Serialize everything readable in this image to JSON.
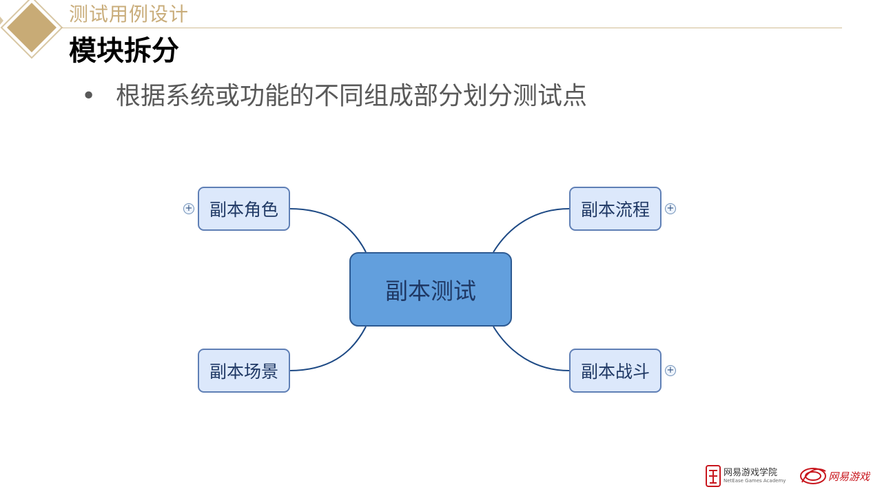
{
  "header": {
    "section_title": "测试用例设计",
    "slide_title": "模块拆分"
  },
  "bullets": [
    {
      "marker": "•",
      "text": "根据系统或功能的不同组成部分划分测试点"
    }
  ],
  "mindmap": {
    "center": "副本测试",
    "branches": {
      "top_left": "副本角色",
      "top_right": "副本流程",
      "bottom_left": "副本场景",
      "bottom_right": "副本战斗"
    },
    "expander_symbol": "+"
  },
  "footer": {
    "academy_name": "网易游戏学院",
    "academy_subtitle": "NetEase Games Academy",
    "games_name": "网易游戏"
  },
  "colors": {
    "accent_gold": "#c9ad7b",
    "center_fill": "#629fdd",
    "child_fill": "#dce8fb",
    "connector": "#1e4a85",
    "brand_red": "#c8161d"
  }
}
